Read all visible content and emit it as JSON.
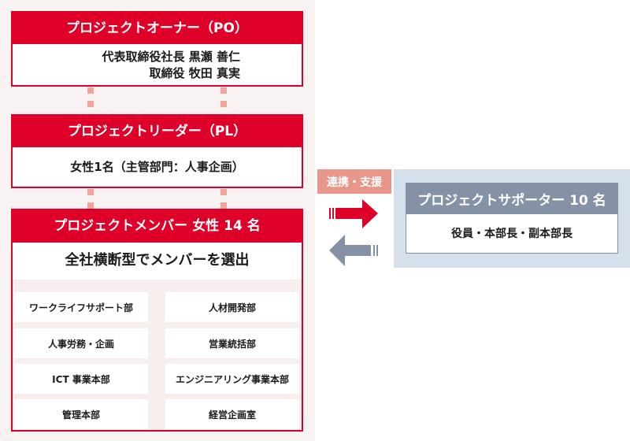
{
  "owner": {
    "title": "プロジェクトオーナー（PO）",
    "line1": "代表取締役社長 黒瀬 善仁",
    "line2": "取締役 牧田 真実"
  },
  "leader": {
    "title": "プロジェクトリーダー（PL）",
    "body": "女性1名（主管部門：人事企画）"
  },
  "members": {
    "title": "プロジェクトメンバー 女性 14 名",
    "subtitle": "全社横断型でメンバーを選出",
    "departments": [
      "ワークライフサポート部",
      "人材開発部",
      "人事労務・企画",
      "営業統括部",
      "ICT 事業本部",
      "エンジニアリング事業本部",
      "管理本部",
      "経営企画室"
    ]
  },
  "link_label": "連携・支援",
  "supporter": {
    "title": "プロジェクトサポーター 10 名",
    "body": "役員・本部長・副本部長"
  },
  "colors": {
    "red": "#df0029",
    "gray": "#8592a6",
    "salmon": "#e8968a",
    "blue_bg": "#d5e0ec"
  }
}
